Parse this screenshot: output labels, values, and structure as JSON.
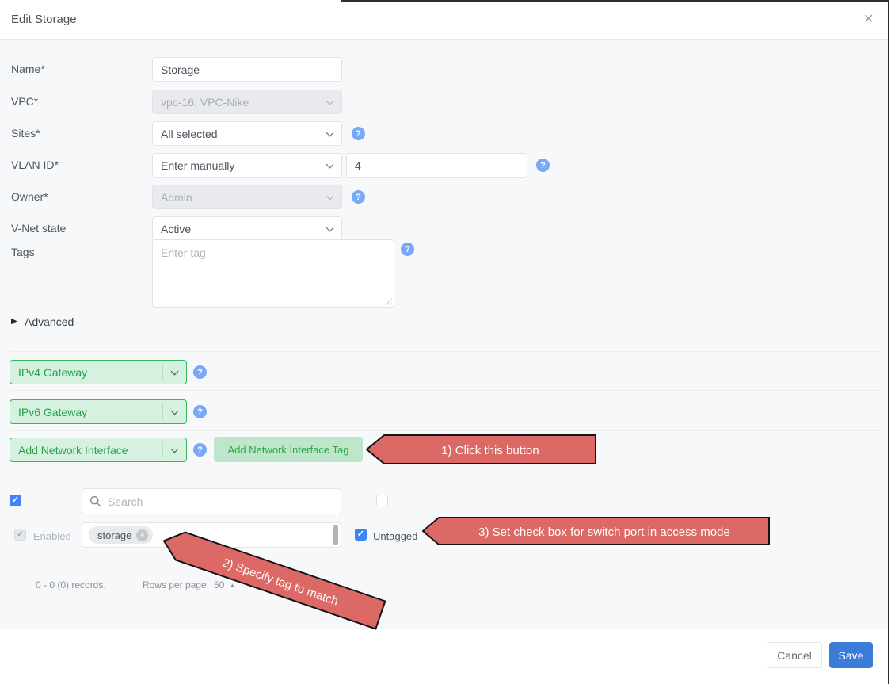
{
  "header": {
    "title": "Edit Storage"
  },
  "icons": {
    "close": "✕",
    "question": "?",
    "check": "✓",
    "advanced_arrow": "▶",
    "sort_asc": "▲",
    "tag_remove": "×"
  },
  "form": {
    "name": {
      "label": "Name*",
      "value": "Storage"
    },
    "vpc": {
      "label": "VPC*",
      "value": "vpc-16: VPC-Nike"
    },
    "sites": {
      "label": "Sites*",
      "value": "All selected"
    },
    "vlan": {
      "label": "VLAN ID*",
      "mode": "Enter manually",
      "value": "4"
    },
    "owner": {
      "label": "Owner*",
      "value": "Admin"
    },
    "vnet_state": {
      "label": "V-Net state",
      "value": "Active"
    },
    "tags": {
      "label": "Tags",
      "placeholder": "Enter tag"
    },
    "advanced_label": "Advanced"
  },
  "gateway_section": {
    "ipv4_label": "IPv4 Gateway",
    "ipv6_label": "IPv6 Gateway",
    "add_interface_label": "Add Network Interface",
    "add_tag_button": "Add Network Interface Tag"
  },
  "ports": {
    "search_placeholder": "Search",
    "enabled_label": "Enabled",
    "tag_value": "storage",
    "untagged_label": "Untagged",
    "records_text": "0 - 0 (0) records.",
    "rows_per_page_label": "Rows per page:",
    "rows_per_page_value": "50"
  },
  "annotations": {
    "step1": "1) Click this button",
    "step2": "2) Specify tag to match",
    "step3": "3) Set check box for switch port in access mode"
  },
  "footer": {
    "cancel_label": "Cancel",
    "save_label": "Save"
  },
  "colors": {
    "body_bg": "#f7f8f9",
    "help_blue": "#79a8f8",
    "green_text": "#23a14a",
    "green_bg": "#d7f1e0",
    "button_green_bg": "#bde6ca",
    "annotation_red": "#dc6965",
    "checkbox_blue": "#3e83f7",
    "save_blue": "#3c7cd9"
  }
}
